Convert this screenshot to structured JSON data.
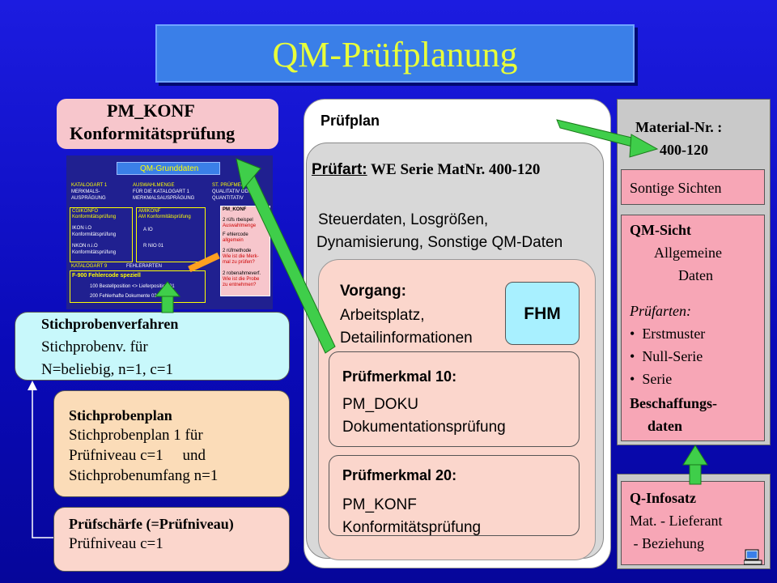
{
  "title": "QM-Prüfplanung",
  "pm_konf": {
    "line1": "PM_KONF",
    "line2": "Konformitätsprüfung"
  },
  "thumbnail": {
    "header": "QM-Grunddaten",
    "col1": [
      "KATALOGART 1",
      "MERKMALS-",
      "AUSPRÄGUNG"
    ],
    "col2": [
      "AUSWAHLMENGE",
      "FÜR DIE KATALOGART 1",
      "MERKMALSAUSPRÄGUNG"
    ],
    "col3": [
      "ST. PRÜFMERKMAL",
      "QUALITATIV ODER",
      "QUANTITATIV"
    ],
    "box1_title": [
      "CGIKONFO",
      "Konformitätsprüfung"
    ],
    "box1_rows": [
      "IKON     i.O",
      "Konformitätsprüfung",
      "NKON     n.i.O",
      "Konformitätsprüfung"
    ],
    "box2_title": [
      "AMIKONF",
      "AM Konformitätsprüfung"
    ],
    "box2_rows": [
      "A     IO",
      "R     NIO   01"
    ],
    "pm_konf_label": "PM_KONF",
    "side_items": [
      "2 rüfs rbeispel",
      "Auswahlmenge",
      "F ehlercode",
      "allgemein",
      "2 rüfmethode",
      "Wie ist die Merk-",
      "mal zu prüfen?",
      "2 robenahmeverf.",
      "Wie ist die Probe",
      "zu entnehmen?"
    ],
    "kat_label": "KATALOGART 9",
    "kat_sub": "FEHLERARTEN",
    "fehler_title": "F-900 Fehlercode speziell",
    "fehler_rows": [
      "100 Bestellposition <> Lieferposition   01",
      "200 Fehlerhafte Dokumente         03"
    ]
  },
  "stichprobenverfahren": {
    "title": "Stichprobenverfahren",
    "line1": "Stichprobenv. für",
    "line2": "N=beliebig, n=1, c=1"
  },
  "stichprobenplan": {
    "title": "Stichprobenplan",
    "line1": "Stichprobenplan 1 für",
    "line2": "Prüfniveau c=1     und",
    "line3": "Stichprobenumfang n=1"
  },
  "pruefschaerfe": {
    "title": "Prüfschärfe (=Prüfniveau)",
    "line1": "Prüfniveau c=1"
  },
  "pruefplan": {
    "label": "Prüfplan"
  },
  "pruefart": {
    "prefix": "Prüfart:",
    "text": "WE Serie MatNr. 400-120",
    "line1": "Steuerdaten, Losgrößen,",
    "line2": "Dynamisierung, Sonstige QM-Daten"
  },
  "vorgang": {
    "title": "Vorgang:",
    "line1": "Arbeitsplatz,",
    "line2": "Detailinformationen"
  },
  "fhm": "FHM",
  "pm10": {
    "title": "Prüfmerkmal 10:",
    "line1": "PM_DOKU",
    "line2": "Dokumentationsprüfung"
  },
  "pm20": {
    "title": "Prüfmerkmal 20:",
    "line1": "PM_KONF",
    "line2": "Konformitätsprüfung"
  },
  "material": {
    "label": "Material-Nr. :",
    "value": "400-120"
  },
  "sontige": "Sontige Sichten",
  "qm_sicht": {
    "title": "QM-Sicht",
    "sub1": "Allgemeine",
    "sub2": "Daten",
    "pruefarten": "Prüfarten:",
    "items": [
      "Erstmuster",
      "Null-Serie",
      "Serie"
    ],
    "beschaffung1": "Beschaffungs-",
    "beschaffung2": "daten"
  },
  "qinfo": {
    "title": "Q-Infosatz",
    "line1": "Mat. - Lieferant",
    "line2": " - Beziehung"
  },
  "colors": {
    "background": "#0a0ab8",
    "title_text": "#e8ff3a",
    "arrow": "#3fce4a"
  }
}
